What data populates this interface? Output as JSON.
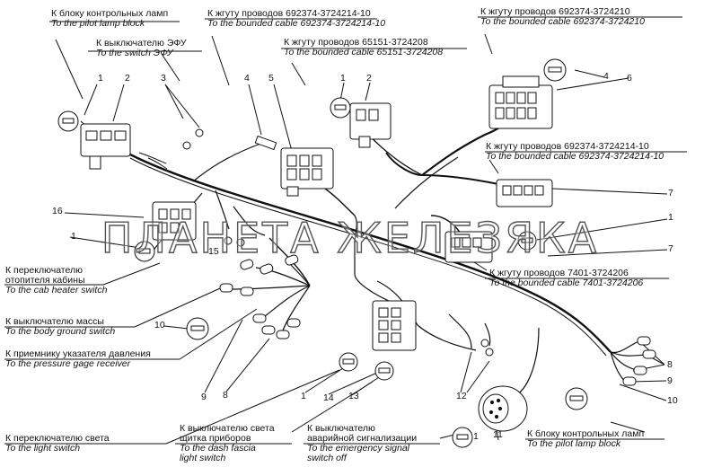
{
  "watermark": "ПЛАНЕТА ЖЕЛЕЗЯКА",
  "labels": {
    "pilot_lamp_top": {
      "ru": "К блоку контрольных ламп",
      "en": "To the pilot lamp block"
    },
    "efu_switch": {
      "ru": "К выключателю ЭФУ",
      "en": "To the switch ЭФУ"
    },
    "harness_692374_3724214_10_top": {
      "ru": "К жгуту проводов 692374-3724214-10",
      "en": "To the bounded cable 692374-3724214-10"
    },
    "harness_65151": {
      "ru": "К жгуту проводов 65151-3724208",
      "en": "To the bounded cable 65151-3724208"
    },
    "harness_692374_3724210": {
      "ru": "К жгуту проводов 692374-3724210",
      "en": "To the bounded cable 692374-3724210"
    },
    "harness_692374_3724214_10_right": {
      "ru": "К жгуту проводов 692374-3724214-10",
      "en": "To the bounded cable 692374-3724214-10"
    },
    "harness_7401": {
      "ru": "К жгуту проводов 7401-3724206",
      "en": "To the bounded cable 7401-3724206"
    },
    "cab_heater": {
      "ru1": "К переключателю",
      "ru2": "отопителя кабины",
      "en": "To the cab heater switch"
    },
    "ground_switch": {
      "ru": "К выключателю массы",
      "en": "To the body ground switch"
    },
    "pressure_gage": {
      "ru": "К приемнику указателя давления",
      "en": "To the pressure gage receiver"
    },
    "light_switch": {
      "ru": "К переключателю света",
      "en": "To the light switch"
    },
    "dash_fascia": {
      "ru1": "К выключателю света",
      "ru2": "щитка приборов",
      "en1": "To the dash fascia",
      "en2": "light switch"
    },
    "emergency": {
      "ru1": "К выключателю",
      "ru2": "аварийной сигнализации",
      "en1": "To the emergency signal",
      "en2": "switch off"
    },
    "pilot_lamp_bottom": {
      "ru": "К блоку контрольных ламп",
      "en": "To the pilot lamp block"
    }
  },
  "numbers": {
    "n1_a": "1",
    "n2_a": "2",
    "n3": "3",
    "n4_a": "4",
    "n5": "5",
    "n1_b": "1",
    "n2_b": "2",
    "n4_b": "4",
    "n6": "6",
    "n7_a": "7",
    "n1_c": "1",
    "n7_b": "7",
    "n16": "16",
    "n1_d": "1",
    "n15": "15",
    "n10_a": "10",
    "n9_a": "9",
    "n8_a": "8",
    "n1_e": "1",
    "n14": "14",
    "n13": "13",
    "n12": "12",
    "n11": "11",
    "n1_f": "1",
    "n8_b": "8",
    "n9_b": "9",
    "n10_b": "10"
  }
}
